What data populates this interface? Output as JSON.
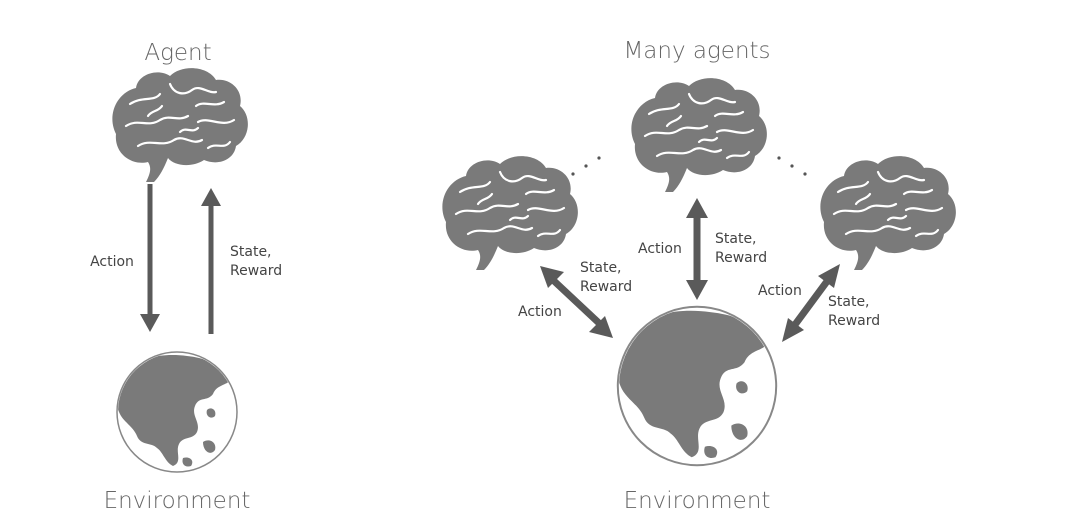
{
  "left": {
    "title": "Agent",
    "action_label": "Action",
    "state_label_line1": "State,",
    "state_label_line2": "Reward",
    "env_label": "Environment"
  },
  "right": {
    "title": "Many agents",
    "left_agent": {
      "state_line1": "State,",
      "state_line2": "Reward",
      "action": "Action"
    },
    "center_agent": {
      "action": "Action",
      "state_line1": "State,",
      "state_line2": "Reward"
    },
    "right_agent": {
      "action": "Action",
      "state_line1": "State,",
      "state_line2": "Reward"
    },
    "env_label": "Environment"
  },
  "colors": {
    "brain": "#7a7a7a",
    "arrow": "#5a5a5a",
    "globe_land": "#7a7a7a"
  },
  "icons": [
    "brain-icon",
    "globe-icon",
    "ellipsis-icon"
  ]
}
